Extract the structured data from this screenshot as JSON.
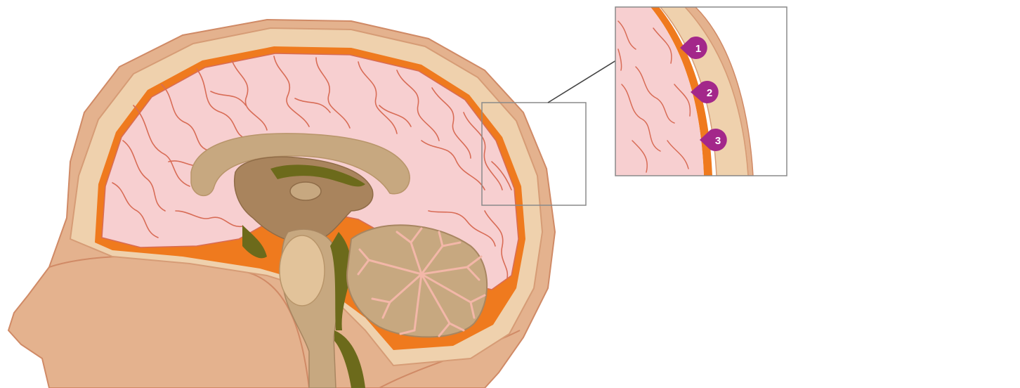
{
  "colors": {
    "background": "#ffffff",
    "skin": "#e4b28e",
    "skin_outline": "#d08a66",
    "skull": "#efd1ad",
    "skull_outline": "#d69c76",
    "dura_orange": "#ef7a1e",
    "brain": "#f7cfd0",
    "sulcus": "#d86c56",
    "brainstem": "#c7a880",
    "deep_structure": "#a9845d",
    "ventricle": "#6c6a1b",
    "inset_frame": "#8a8a8a",
    "pointer": "#444444",
    "marker": "#a3278a"
  },
  "icons": {
    "inset": "magnified-meninges-view",
    "pointer": "callout-arrow",
    "marker": "numbered-teardrop-marker"
  },
  "markers": [
    {
      "label": "1"
    },
    {
      "label": "2"
    },
    {
      "label": "3"
    }
  ]
}
